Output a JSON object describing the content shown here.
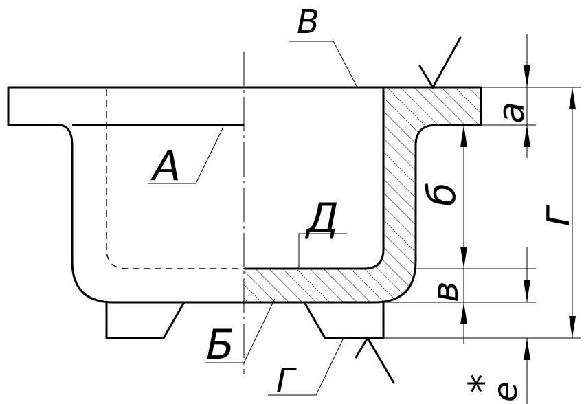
{
  "labels": {
    "A": "А",
    "B_cyr": "Б",
    "V": "В",
    "G": "Г",
    "D": "Д",
    "dim_a": "а",
    "dim_b": "б",
    "dim_v": "в",
    "dim_g": "г",
    "dim_e": "е",
    "asterisk": "*"
  },
  "colors": {
    "line": "#000000",
    "background": "#ffffff"
  }
}
